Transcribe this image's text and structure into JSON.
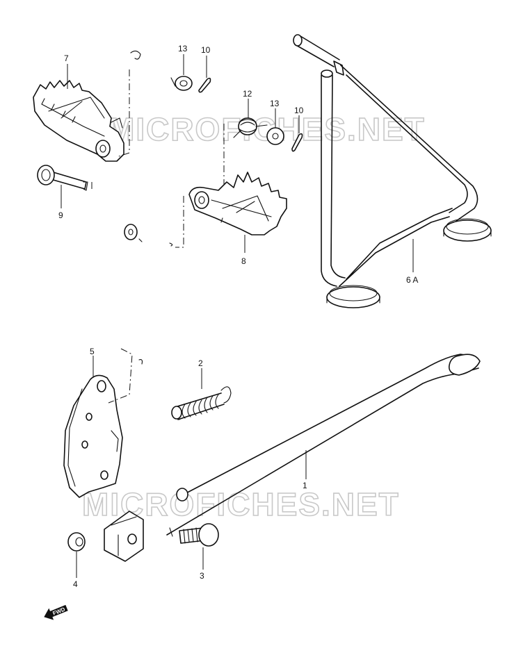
{
  "watermark": {
    "top": "MICROFICHES.NET",
    "bottom": "MICROFICHES.NET"
  },
  "callouts": {
    "p1": "1",
    "p2": "2",
    "p3": "3",
    "p4": "4",
    "p5": "5",
    "p6a": "6 A",
    "p7": "7",
    "p8": "8",
    "p9": "9",
    "p10_top": "10",
    "p10_mid": "10",
    "p12": "12",
    "p13_top": "13",
    "p13_mid": "13"
  },
  "direction_badge": {
    "label": "FWD"
  }
}
